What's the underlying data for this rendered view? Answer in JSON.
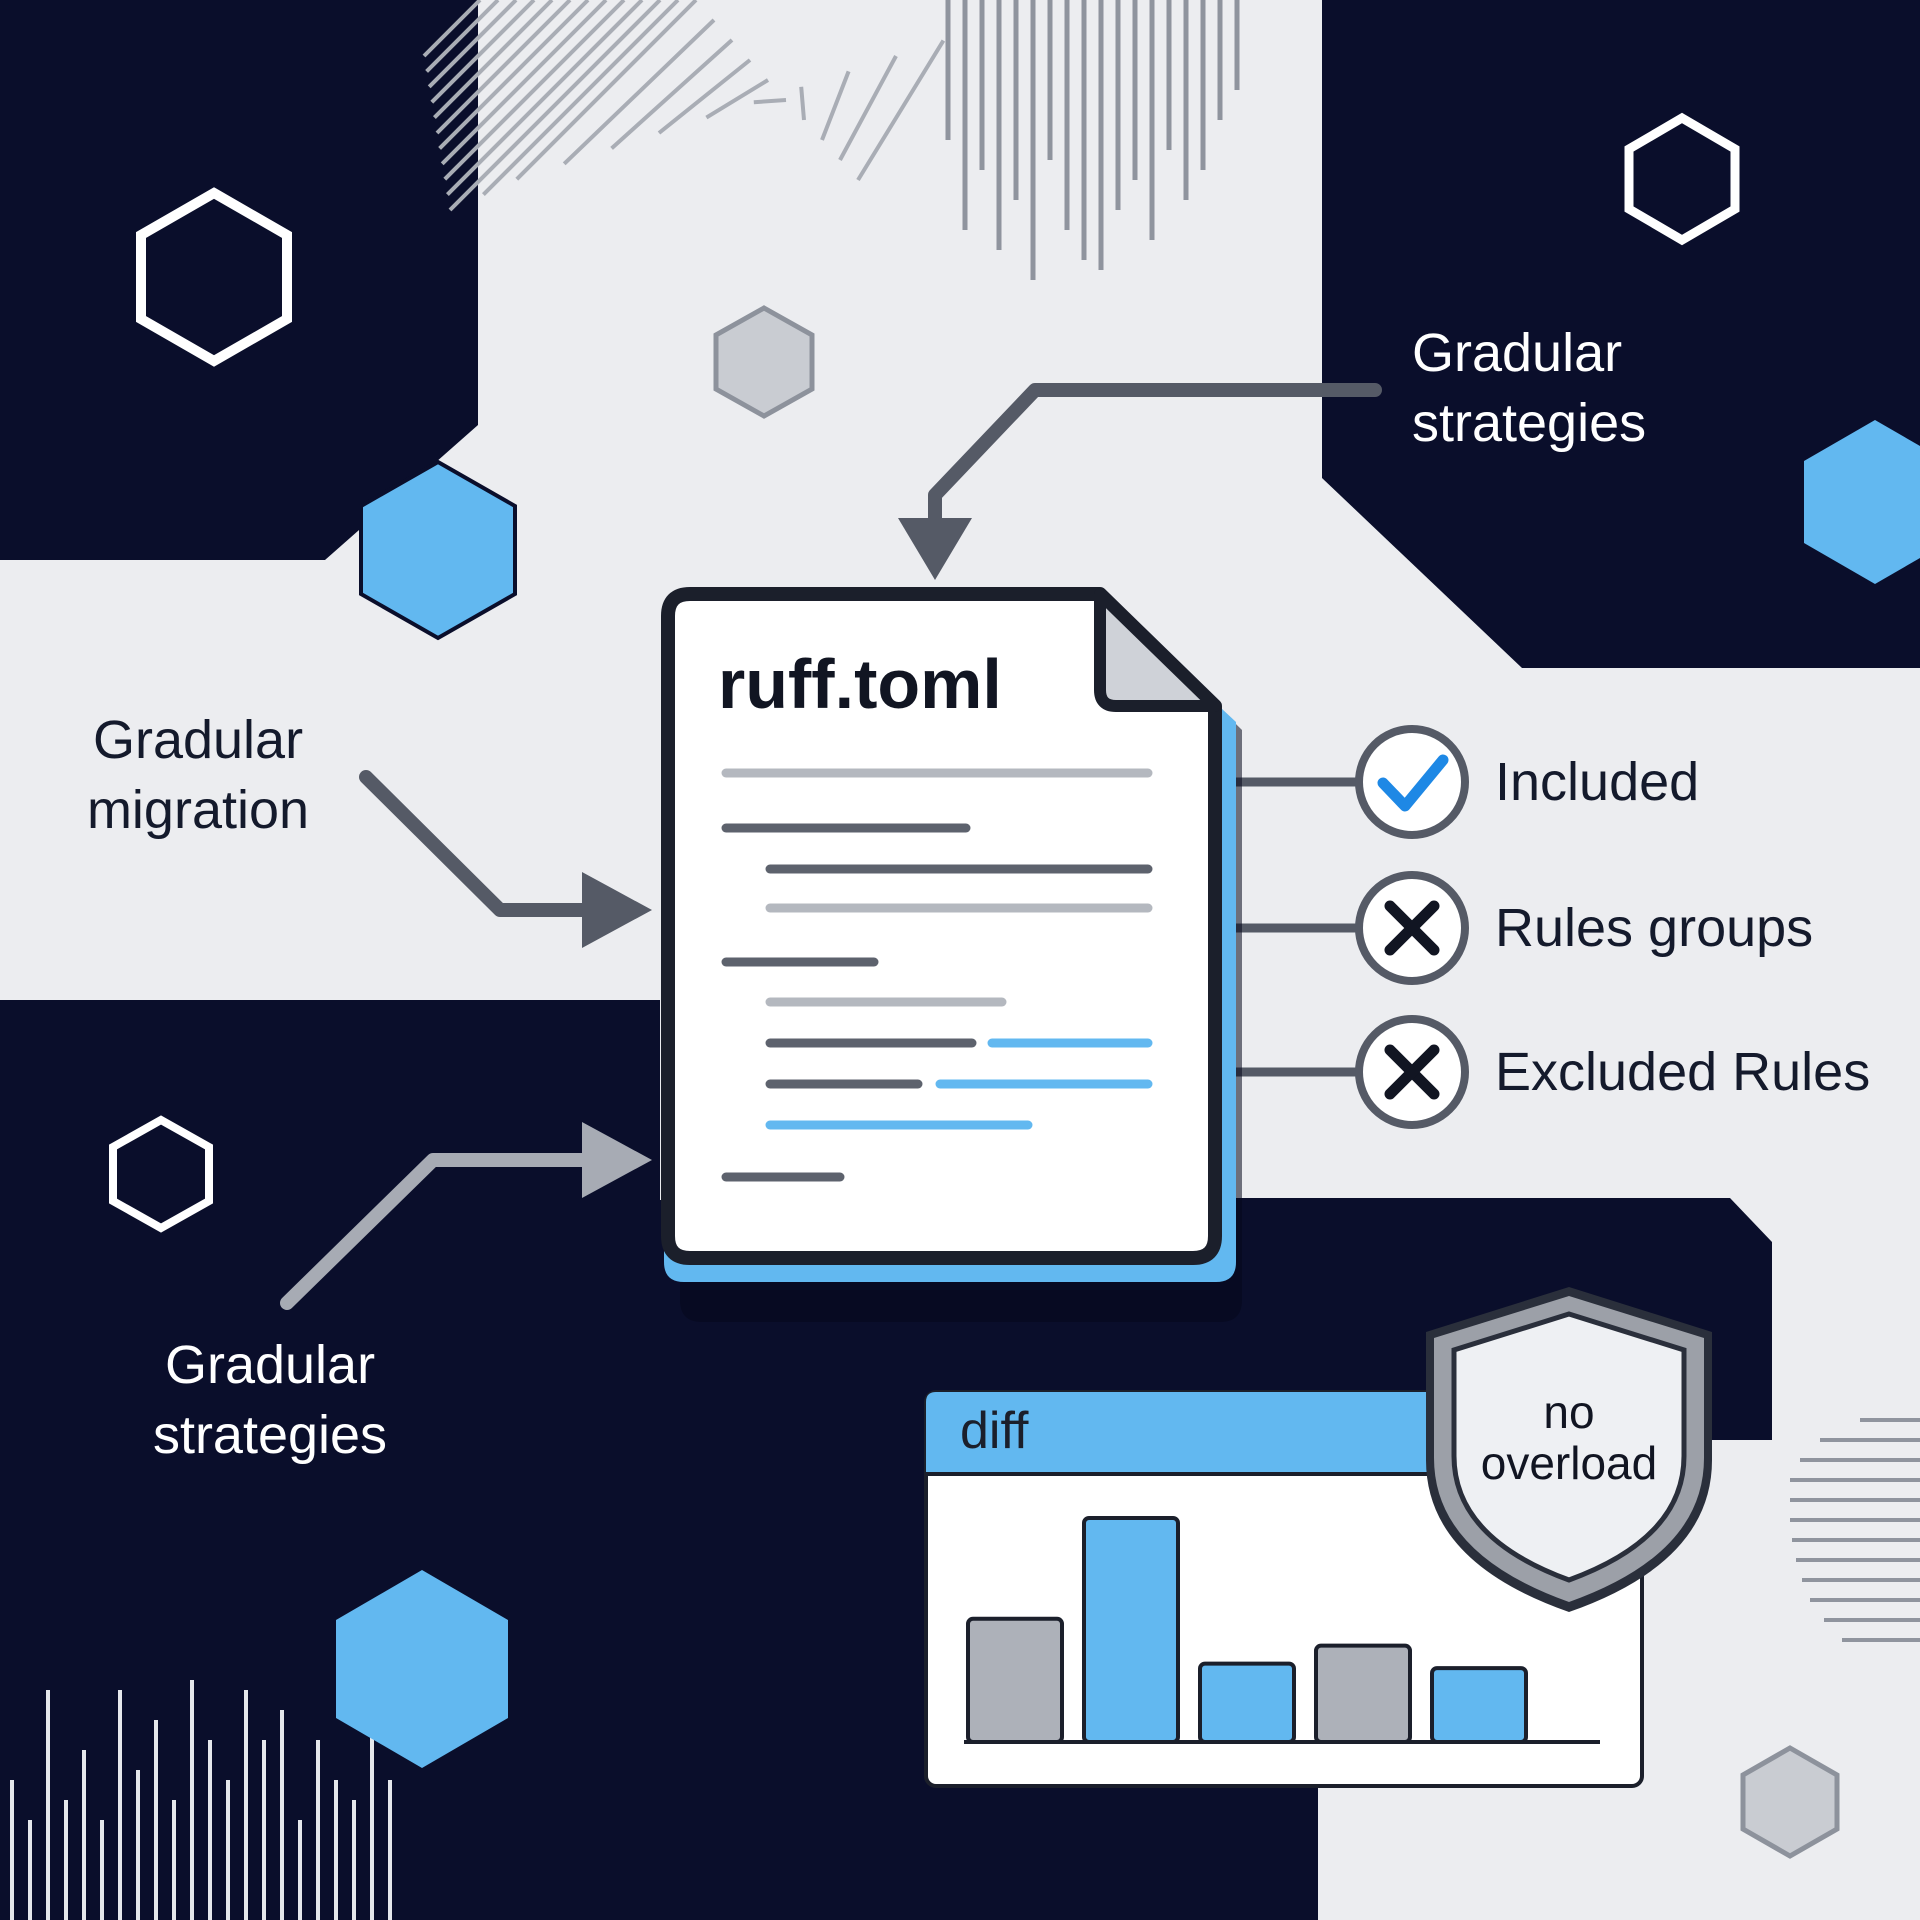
{
  "labels": {
    "gradual_strategies_top": [
      "Gradular",
      "strategies"
    ],
    "gradual_migration": [
      "Gradular",
      "migration"
    ],
    "gradual_strategies_bottom": [
      "Gradular",
      "strategies"
    ]
  },
  "file": {
    "name": "ruff.toml"
  },
  "status_items": [
    {
      "label": "Included",
      "icon": "check-icon"
    },
    {
      "label": "Rules groups",
      "icon": "x-icon"
    },
    {
      "label": "Excluded Rules",
      "icon": "x-icon"
    }
  ],
  "diff_panel": {
    "title": "diff",
    "bars": [
      {
        "value": 0.55,
        "color": "#adb1b9"
      },
      {
        "value": 1.0,
        "color": "#62b8f0"
      },
      {
        "value": 0.35,
        "color": "#62b8f0"
      },
      {
        "value": 0.43,
        "color": "#adb1b9"
      },
      {
        "value": 0.33,
        "color": "#62b8f0"
      }
    ]
  },
  "shield": {
    "lines": [
      "no",
      "overload"
    ]
  },
  "colors": {
    "navy": "#0a0e2b",
    "light": "#ecedf0",
    "accent_blue": "#62b8f0",
    "gray": "#adb1b9",
    "arrow_gray": "#555a66"
  }
}
